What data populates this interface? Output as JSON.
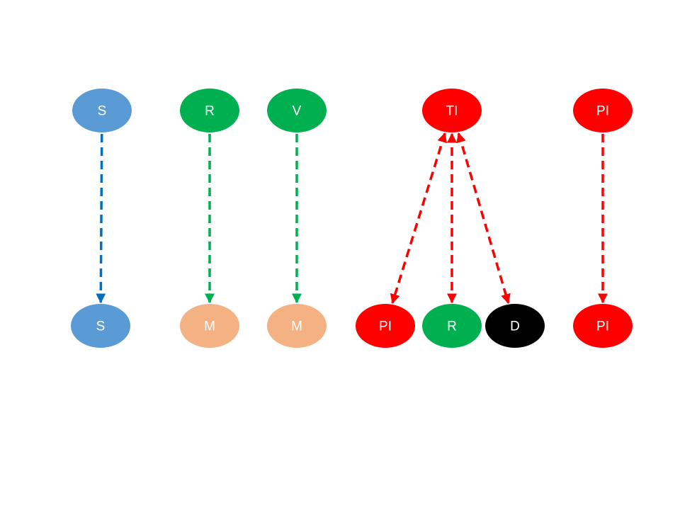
{
  "diagram": {
    "colors": {
      "blue": "#5b9bd5",
      "green": "#00b050",
      "peach": "#f4b183",
      "red": "#ff0000",
      "black": "#000000",
      "edge_blue": "#0070c0",
      "edge_green": "#00b050",
      "edge_red": "#ff0000"
    },
    "nodes": [
      {
        "id": "s_top",
        "label": "S",
        "color": "blue"
      },
      {
        "id": "r_top",
        "label": "R",
        "color": "green"
      },
      {
        "id": "v_top",
        "label": "V",
        "color": "green"
      },
      {
        "id": "ti_top",
        "label": "TI",
        "color": "red"
      },
      {
        "id": "pi_top",
        "label": "PI",
        "color": "red"
      },
      {
        "id": "s_bottom",
        "label": "S",
        "color": "blue"
      },
      {
        "id": "m_bottom_1",
        "label": "M",
        "color": "peach"
      },
      {
        "id": "m_bottom_2",
        "label": "M",
        "color": "peach"
      },
      {
        "id": "pi_bottom_1",
        "label": "PI",
        "color": "red"
      },
      {
        "id": "r_bottom",
        "label": "R",
        "color": "green"
      },
      {
        "id": "d_bottom",
        "label": "D",
        "color": "black"
      },
      {
        "id": "pi_bottom_2",
        "label": "PI",
        "color": "red"
      }
    ],
    "edges": [
      {
        "from": "s_top",
        "to": "s_bottom",
        "color": "edge_blue",
        "style": "dashed",
        "direction": "forward"
      },
      {
        "from": "r_top",
        "to": "m_bottom_1",
        "color": "edge_green",
        "style": "dashed",
        "direction": "forward"
      },
      {
        "from": "v_top",
        "to": "m_bottom_2",
        "color": "edge_green",
        "style": "dashed",
        "direction": "forward"
      },
      {
        "from": "ti_top",
        "to": "pi_bottom_1",
        "color": "edge_red",
        "style": "dashed",
        "direction": "both"
      },
      {
        "from": "ti_top",
        "to": "r_bottom",
        "color": "edge_red",
        "style": "dashed",
        "direction": "both"
      },
      {
        "from": "ti_top",
        "to": "d_bottom",
        "color": "edge_red",
        "style": "dashed",
        "direction": "both"
      },
      {
        "from": "pi_top",
        "to": "pi_bottom_2",
        "color": "edge_red",
        "style": "dashed",
        "direction": "forward"
      }
    ]
  }
}
